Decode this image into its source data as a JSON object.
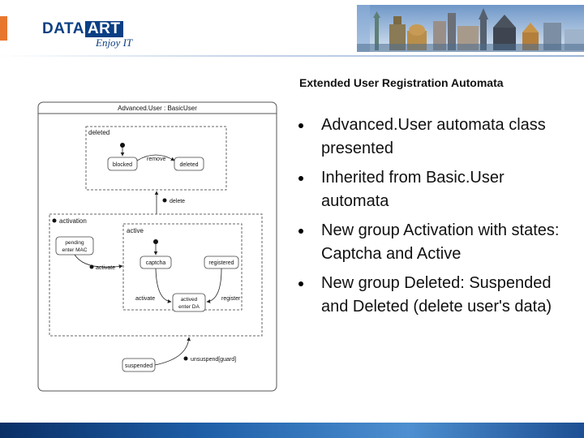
{
  "header": {
    "logo_text_dark": "DATA",
    "logo_text_box": "ART",
    "logo_tagline": "Enjoy IT",
    "colors": {
      "brand_blue": "#0b3f84",
      "accent_orange": "#e8772e"
    }
  },
  "slide": {
    "title": "Extended User Registration Automata",
    "bullets": [
      "Advanced.User automata class presented",
      "Inherited from Basic.User automata",
      "New group Activation with states: Captcha and Active",
      "New group Deleted: Suspended and Deleted (delete user's data)"
    ]
  },
  "diagram": {
    "frame_title": "Advanced.User : BasicUser",
    "groups": {
      "deleted": "deleted",
      "activation": "activation",
      "active": "active"
    },
    "states": {
      "blocked": "blocked",
      "deleted": "deleted",
      "pending_line1": "pending",
      "pending_line2": "enter MAC",
      "captcha": "captcha",
      "registered": "registered",
      "actived_line1": "actived",
      "actived_line2": "enter DA",
      "suspended": "suspended"
    },
    "transitions": {
      "remove": "remove",
      "delete": "delete",
      "activate_left": "activate",
      "activate_bottom": "activate",
      "register": "register",
      "unsuspend": "unsuspend[guard]"
    }
  }
}
